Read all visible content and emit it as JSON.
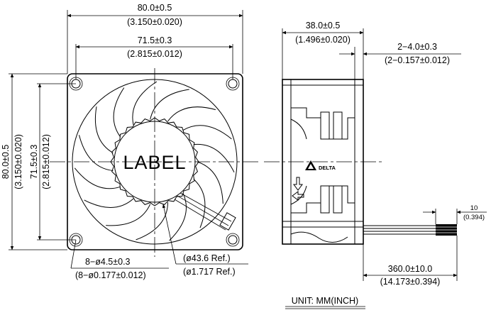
{
  "front_view": {
    "width_overall": "80.0±0.5",
    "width_overall_inch": "(3.150±0.020)",
    "width_holes": "71.5±0.3",
    "width_holes_inch": "(2.815±0.012)",
    "height_overall": "80.0±0.5",
    "height_overall_inch": "(3.150±0.020)",
    "height_holes": "71.5±0.3",
    "height_holes_inch": "(2.815±0.012)",
    "hub_label": "LABEL",
    "hole_callout": "8−ø4.5±0.3",
    "hole_callout_inch": "(8−ø0.177±0.012)",
    "hub_callout": "(ø43.6  Ref.)",
    "hub_callout_inch": "(ø1.717  Ref.)"
  },
  "side_view": {
    "depth": "38.0±0.5",
    "depth_inch": "(1.496±0.020)",
    "flange": "2−4.0±0.3",
    "flange_inch": "(2−0.157±0.012)",
    "brand": "DELTA",
    "strip_length": "10",
    "strip_length_inch": "(0.394)",
    "lead_length": "360.0±10.0",
    "lead_length_inch": "(14.173±0.394)"
  },
  "unit_note": "UNIT:  MM(INCH)"
}
